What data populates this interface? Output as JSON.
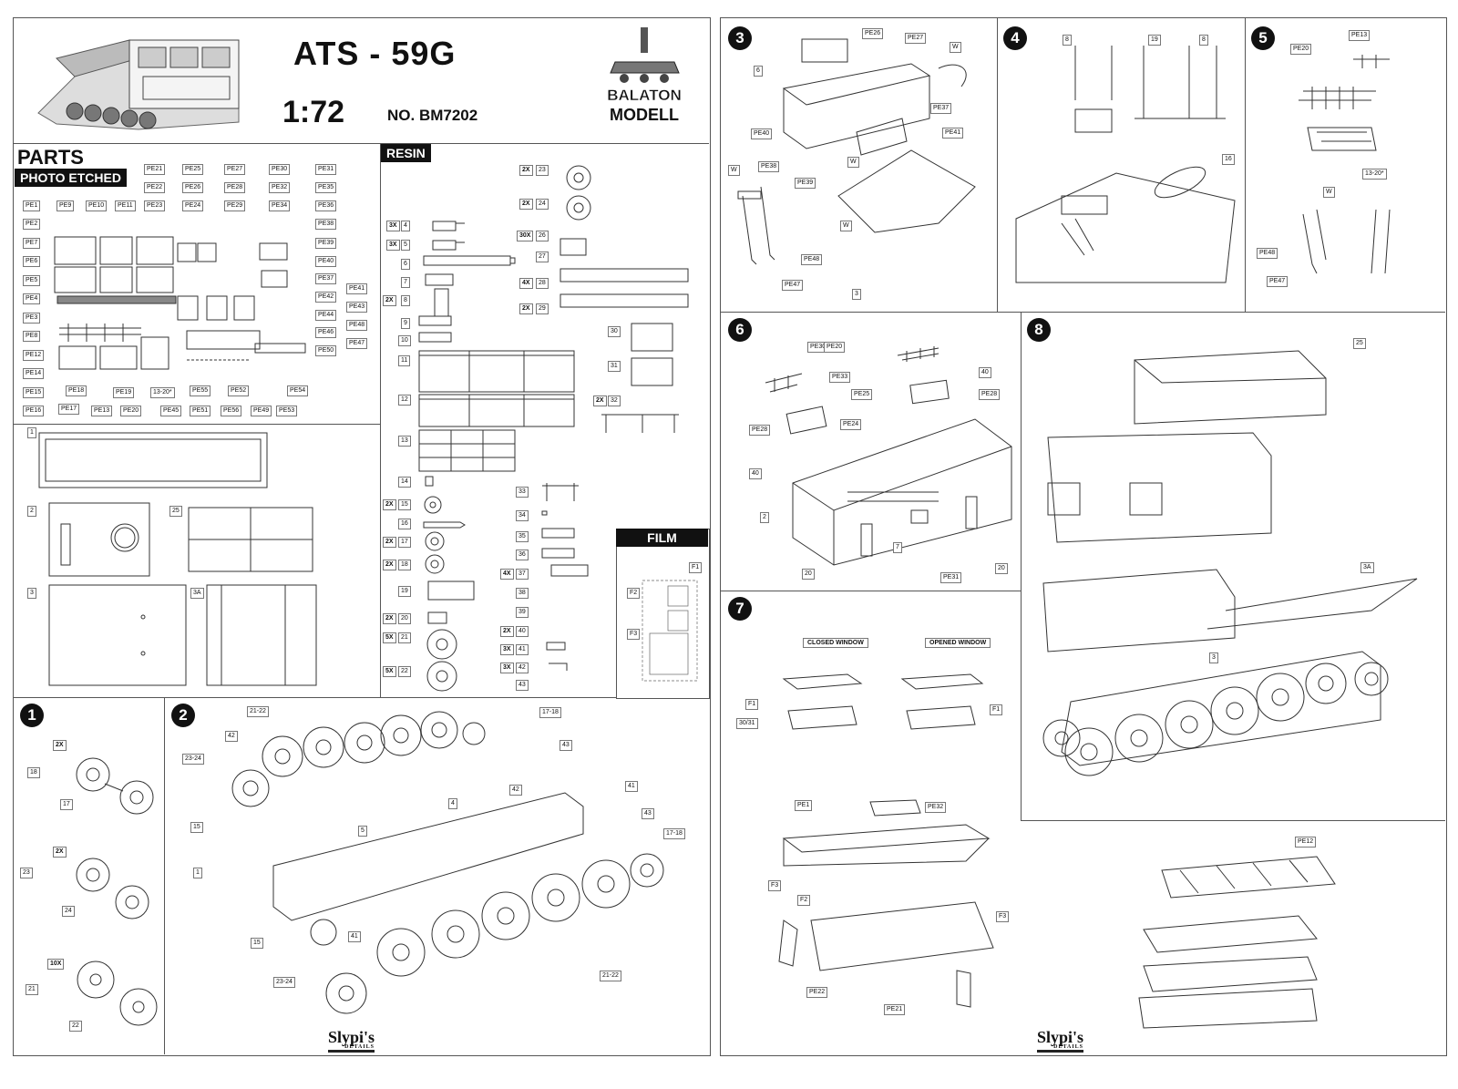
{
  "header": {
    "title": "ATS - 59G",
    "scale": "1:72",
    "kit_number": "NO. BM7202",
    "logo_line1": "BALATON",
    "logo_line2": "MODELL"
  },
  "sections": {
    "parts": "PARTS",
    "photo_etched": "PHOTO ETCHED",
    "resin": "RESIN",
    "film": "FILM",
    "closed_window": "CLOSED WINDOW",
    "opened_window": "OPENED WINDOW"
  },
  "footer": {
    "brand": "Slypi's",
    "brand_sub": "DETAILS"
  },
  "steps": [
    "1",
    "2",
    "3",
    "4",
    "5",
    "6",
    "7",
    "8"
  ],
  "pe_labels": {
    "left_column": [
      "PE1",
      "PE2",
      "PE7",
      "PE6",
      "PE5",
      "PE4",
      "PE3",
      "PE8",
      "PE12",
      "PE14",
      "PE15",
      "PE16"
    ],
    "top_row_a": [
      "PE9",
      "PE10",
      "PE11",
      "PE23"
    ],
    "top_row_b": [
      "PE21",
      "PE25",
      "PE27",
      "PE30",
      "PE31"
    ],
    "top_row_c": [
      "PE22",
      "PE26",
      "PE28",
      "PE32",
      "PE35"
    ],
    "top_row_d": [
      "PE24",
      "PE29",
      "PE34",
      "PE36"
    ],
    "right_column": [
      "PE38",
      "PE39",
      "PE40",
      "PE37",
      "PE41",
      "PE42",
      "PE43",
      "PE44",
      "PE46",
      "PE48",
      "PE47",
      "PE50"
    ],
    "bottom_row": [
      "PE18",
      "PE17",
      "PE13",
      "PE19",
      "PE20",
      "13-20*",
      "PE45",
      "PE55",
      "PE51",
      "PE52",
      "PE56",
      "PE49",
      "PE53",
      "PE54"
    ]
  },
  "resin_parts": {
    "col1": [
      {
        "qty": "3X",
        "num": "4"
      },
      {
        "qty": "3X",
        "num": "5"
      },
      {
        "qty": "",
        "num": "6"
      },
      {
        "qty": "",
        "num": "7"
      },
      {
        "qty": "2X",
        "num": "8"
      },
      {
        "qty": "",
        "num": "9"
      },
      {
        "qty": "",
        "num": "10"
      },
      {
        "qty": "",
        "num": "11"
      },
      {
        "qty": "",
        "num": "12"
      },
      {
        "qty": "",
        "num": "13"
      },
      {
        "qty": "",
        "num": "14"
      },
      {
        "qty": "2X",
        "num": "15"
      },
      {
        "qty": "",
        "num": "16"
      },
      {
        "qty": "2X",
        "num": "17"
      },
      {
        "qty": "2X",
        "num": "18"
      },
      {
        "qty": "",
        "num": "19"
      },
      {
        "qty": "2X",
        "num": "20"
      },
      {
        "qty": "5X",
        "num": "21"
      },
      {
        "qty": "5X",
        "num": "22"
      }
    ],
    "col2": [
      {
        "qty": "2X",
        "num": "23"
      },
      {
        "qty": "2X",
        "num": "24"
      },
      {
        "qty": "30X",
        "num": "26"
      },
      {
        "qty": "",
        "num": "27"
      },
      {
        "qty": "4X",
        "num": "28"
      },
      {
        "qty": "2X",
        "num": "29"
      },
      {
        "qty": "",
        "num": "30"
      },
      {
        "qty": "",
        "num": "31"
      },
      {
        "qty": "2X",
        "num": "32"
      },
      {
        "qty": "",
        "num": "33"
      },
      {
        "qty": "",
        "num": "34"
      },
      {
        "qty": "",
        "num": "35"
      },
      {
        "qty": "",
        "num": "36"
      },
      {
        "qty": "4X",
        "num": "37"
      },
      {
        "qty": "",
        "num": "38"
      },
      {
        "qty": "",
        "num": "39"
      },
      {
        "qty": "2X",
        "num": "40"
      },
      {
        "qty": "3X",
        "num": "41"
      },
      {
        "qty": "3X",
        "num": "42"
      },
      {
        "qty": "",
        "num": "43"
      }
    ]
  },
  "film_labels": [
    "F1",
    "F2",
    "F3"
  ],
  "hull_labels": [
    "1",
    "2",
    "25",
    "3",
    "3A"
  ],
  "step1": {
    "qty_a": "2X",
    "a": [
      "18",
      "17"
    ],
    "qty_b": "2X",
    "b": [
      "23",
      "24"
    ],
    "qty_c": "10X",
    "c": [
      "21",
      "22"
    ]
  },
  "step2": [
    "21-22",
    "17-18",
    "42",
    "43",
    "23-24",
    "15",
    "1",
    "5",
    "4",
    "42",
    "41",
    "43",
    "17-18",
    "15",
    "41",
    "23-24",
    "21-22"
  ],
  "step3": [
    "PE26",
    "PE27",
    "W",
    "6",
    "PE37",
    "PE40",
    "PE41",
    "W",
    "W",
    "PE38",
    "PE39",
    "W",
    "PE48",
    "PE47",
    "3"
  ],
  "step4": [
    "8",
    "19",
    "8",
    "16"
  ],
  "step5": [
    "PE13",
    "PE20",
    "13-20*",
    "W",
    "PE48",
    "PE47"
  ],
  "step6": [
    "PE30",
    "PE20",
    "PE33",
    "PE25",
    "40",
    "PE28",
    "PE28",
    "PE24",
    "40",
    "2",
    "7",
    "20",
    "20",
    "PE31"
  ],
  "step7": [
    "F1",
    "30/31",
    "F1",
    "PE1",
    "PE32",
    "F3",
    "F2",
    "F3",
    "PE22",
    "PE21",
    "PE12"
  ],
  "step8": [
    "25",
    "3A",
    "3"
  ]
}
